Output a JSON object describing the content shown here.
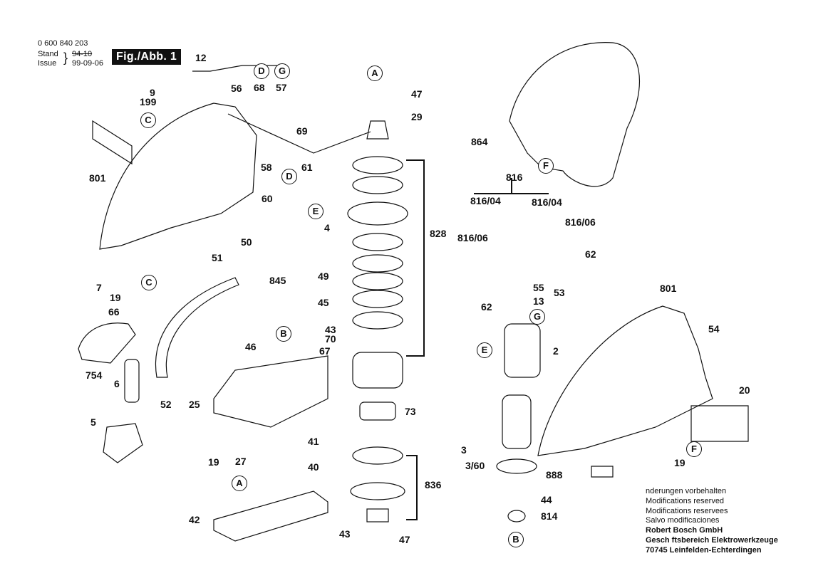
{
  "header": {
    "doc_number": "0 600 840 203",
    "stand_label": "Stand",
    "stand_value": "94-10",
    "issue_label": "Issue",
    "issue_value": "99-09-06",
    "figure_label": "Fig./Abb. 1"
  },
  "reference_circles": [
    "A",
    "B",
    "C",
    "D",
    "E",
    "F",
    "G"
  ],
  "part_labels": {
    "p12": "12",
    "p9": "9",
    "p199": "199",
    "p56": "56",
    "p68": "68",
    "p57": "57",
    "p69": "69",
    "p801a": "801",
    "p58": "58",
    "p61": "61",
    "p60": "60",
    "p4": "4",
    "p50": "50",
    "p51": "51",
    "p49": "49",
    "p845": "845",
    "p45": "45",
    "p43a": "43",
    "p70": "70",
    "p46": "46",
    "p67": "67",
    "p7": "7",
    "p19a": "19",
    "p66": "66",
    "p754": "754",
    "p6": "6",
    "p52": "52",
    "p5": "5",
    "p25": "25",
    "p19b": "19",
    "p27": "27",
    "p41": "41",
    "p40": "40",
    "p42": "42",
    "p43b": "43",
    "p47a": "47",
    "p29": "29",
    "p828": "828",
    "p73": "73",
    "p836": "836",
    "p47b": "47",
    "p864": "864",
    "p816": "816",
    "p816_04a": "816/04",
    "p816_04b": "816/04",
    "p816_06a": "816/06",
    "p816_06b": "816/06",
    "p62a": "62",
    "p55": "55",
    "p53": "53",
    "p13": "13",
    "p62b": "62",
    "p2": "2",
    "p3": "3",
    "p3_60": "3/60",
    "p44": "44",
    "p814": "814",
    "p801b": "801",
    "p54": "54",
    "p20": "20",
    "p19c": "19",
    "p888": "888"
  },
  "footer": {
    "line1": "nderungen vorbehalten",
    "line2": "Modifications reserved",
    "line3": "Modifications reservees",
    "line4": "Salvo modificaciones",
    "company": "Robert Bosch GmbH",
    "division": "Gesch ftsbereich Elektrowerkzeuge",
    "address": "70745 Leinfelden-Echterdingen"
  }
}
